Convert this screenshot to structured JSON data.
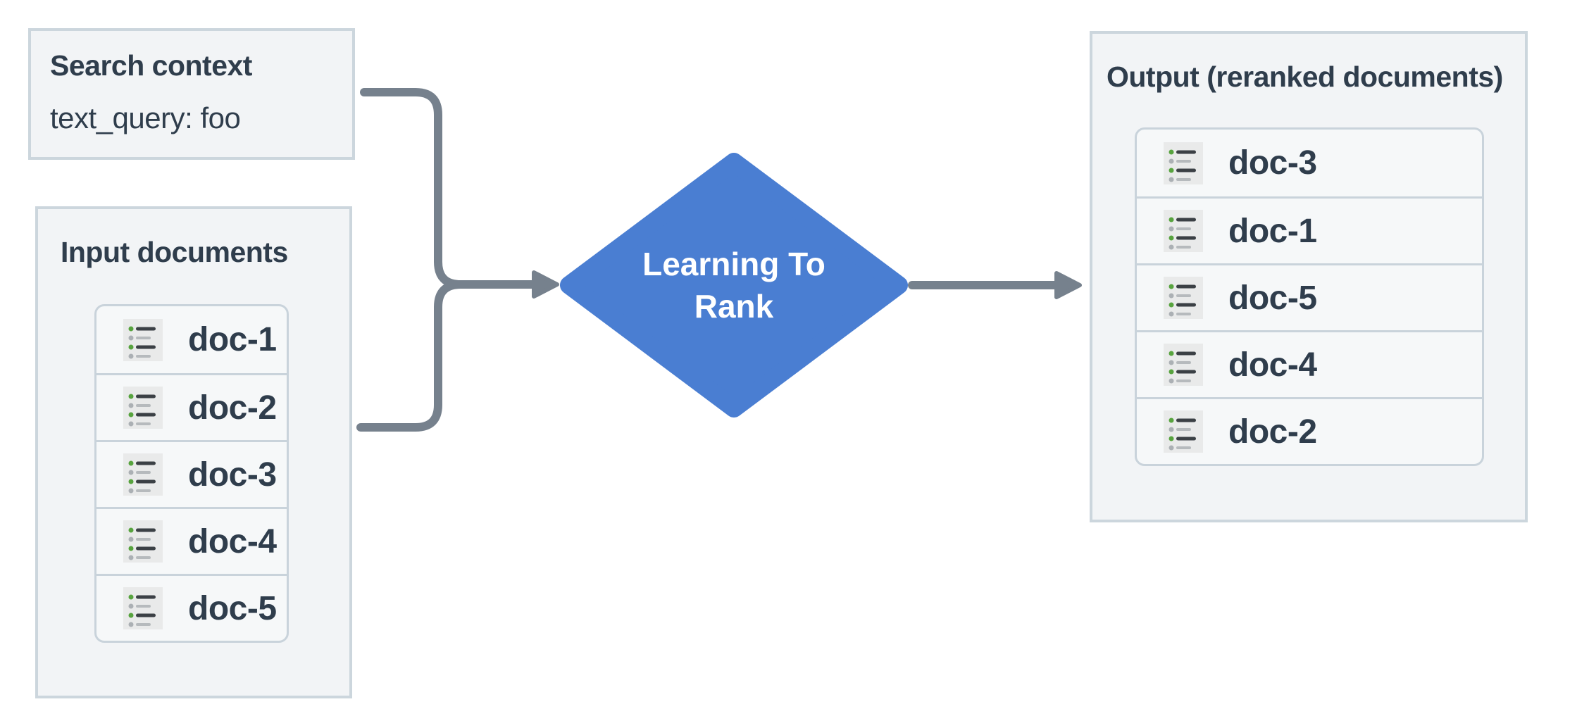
{
  "diagram": {
    "search_context": {
      "title": "Search context",
      "query": "text_query: foo"
    },
    "input_documents": {
      "title": "Input documents",
      "docs": [
        "doc-1",
        "doc-2",
        "doc-3",
        "doc-4",
        "doc-5"
      ]
    },
    "process": {
      "line1": "Learning To",
      "line2": "Rank"
    },
    "output": {
      "title": "Output (reranked documents)",
      "docs": [
        "doc-3",
        "doc-1",
        "doc-5",
        "doc-4",
        "doc-2"
      ]
    }
  },
  "icons": {
    "doc_item": "list-document-icon",
    "arrows": "arrow-right-head"
  },
  "colors": {
    "box_border": "#ccd6dd",
    "box_background": "#f2f4f6",
    "card_border": "#c9d3db",
    "card_background": "#f6f8f9",
    "text": "#2f3d4c",
    "diamond_fill": "#4a7ed2",
    "diamond_text": "#ffffff",
    "connector": "#76818d",
    "icon_background": "#e9eaea",
    "icon_bullet_green": "#57a33e",
    "icon_bullet_gray": "#abb0b4",
    "icon_line_dark": "#3b4045",
    "icon_line_gray": "#b6babd"
  }
}
